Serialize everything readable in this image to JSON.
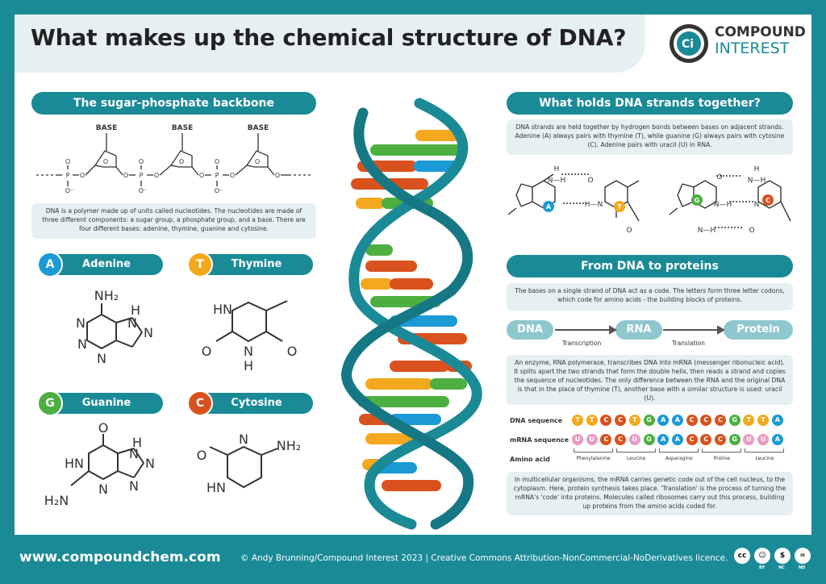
{
  "title": "What makes up the chemical structure of DNA?",
  "logo": {
    "line1": "COMPOUND",
    "line2": "INTEREST",
    "mark": "Ci"
  },
  "backbone": {
    "heading": "The sugar-phosphate backbone",
    "base_label": "BASE",
    "description": "DNA is a polymer made up of units called nucleotides. The nucleotides are made of three different components: a sugar group, a phosphate group, and a base. There are four different bases: adenine, thymine, guanine and cytosine."
  },
  "bases": [
    {
      "letter": "A",
      "name": "Adenine",
      "color": "#1b9ad6"
    },
    {
      "letter": "T",
      "name": "Thymine",
      "color": "#f4a81d"
    },
    {
      "letter": "G",
      "name": "Guanine",
      "color": "#4caf3f"
    },
    {
      "letter": "C",
      "name": "Cytosine",
      "color": "#d9521e"
    }
  ],
  "strands": {
    "heading": "What holds DNA strands together?",
    "description": "DNA strands are held together by hydrogen bonds between bases on adjacent strands. Adenine (A) always pairs with thymine (T), while guanine (G) always pairs with cytosine (C). Adenine pairs with uracil (U) in RNA."
  },
  "proteins": {
    "heading": "From DNA to proteins",
    "intro": "The bases on a single strand of DNA act as a code. The letters form three letter codons, which code for amino acids - the building blocks of proteins.",
    "flow": {
      "dna": "DNA",
      "rna": "RNA",
      "protein": "Protein",
      "step1": "Transcription",
      "step2": "Translation"
    },
    "body": "An enzyme, RNA polymerase, transcribes DNA into mRNA (messenger ribonucleic acid). It splits apart the two strands that form the double helix, then reads a strand and copies the sequence of nucleotides. The only difference between the RNA and the original DNA is that in the place of thymine (T), another base with a similar structure is used: uracil (U).",
    "dna_label": "DNA sequence",
    "mrna_label": "mRNA sequence",
    "aa_label": "Amino acid",
    "dna_seq": [
      "T",
      "T",
      "C",
      "C",
      "T",
      "G",
      "A",
      "A",
      "C",
      "C",
      "C",
      "G",
      "T",
      "T",
      "A"
    ],
    "mrna_seq": [
      "U",
      "U",
      "C",
      "C",
      "U",
      "G",
      "A",
      "A",
      "C",
      "C",
      "C",
      "G",
      "U",
      "U",
      "A"
    ],
    "amino_acids": [
      "Phenylalanine",
      "Leucine",
      "Asparagine",
      "Proline",
      "Leucine"
    ],
    "outro": "In multicellular organisms, the mRNA carries genetic code out of the cell nucleus, to the cytoplasm. Here, protein synthesis takes place. 'Translation' is the process of turning the mRNA's 'code' into proteins. Molecules called ribosomes carry out this process, building up proteins from the amino acids coded for."
  },
  "footer": {
    "url": "www.compoundchem.com",
    "copyright": "© Andy Brunning/Compound Interest 2023 | Creative Commons Attribution-NonCommercial-NoDerivatives licence.",
    "cc": [
      "cc",
      "BY",
      "NC",
      "ND"
    ]
  },
  "colors": {
    "teal": "#1a8a96",
    "light": "#e6f0f3",
    "A": "#1b9ad6",
    "T": "#f4a81d",
    "G": "#4caf3f",
    "C": "#d9521e",
    "U": "#e89bc3"
  }
}
